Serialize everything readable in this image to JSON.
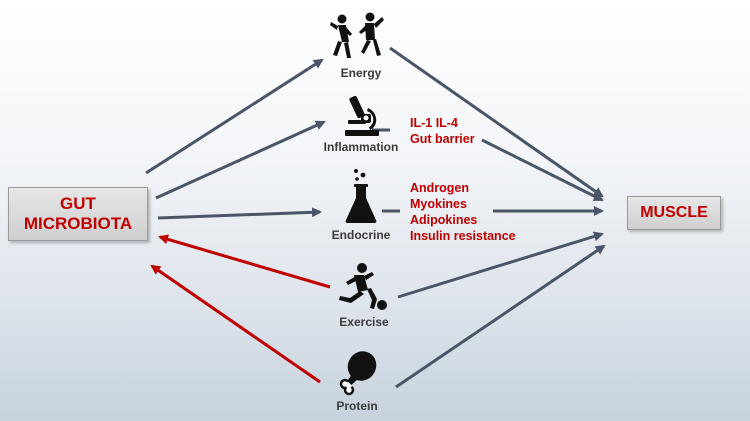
{
  "left_box": {
    "line1": "GUT",
    "line2": "MICROBIOTA"
  },
  "right_box": {
    "label": "MUSCLE"
  },
  "nodes": {
    "energy": "Energy",
    "inflammation": "Inflammation",
    "endocrine": "Endocrine",
    "exercise": "Exercise",
    "protein": "Protein"
  },
  "inflammation_factors": [
    "IL-1 IL-4",
    "Gut barrier"
  ],
  "endocrine_factors": [
    "Androgen",
    "Myokines",
    "Adipokines",
    "Insulin resistance"
  ],
  "colors": {
    "arrow_gray": "#4a5568",
    "arrow_red": "#c00000",
    "text_red": "#c00000"
  }
}
